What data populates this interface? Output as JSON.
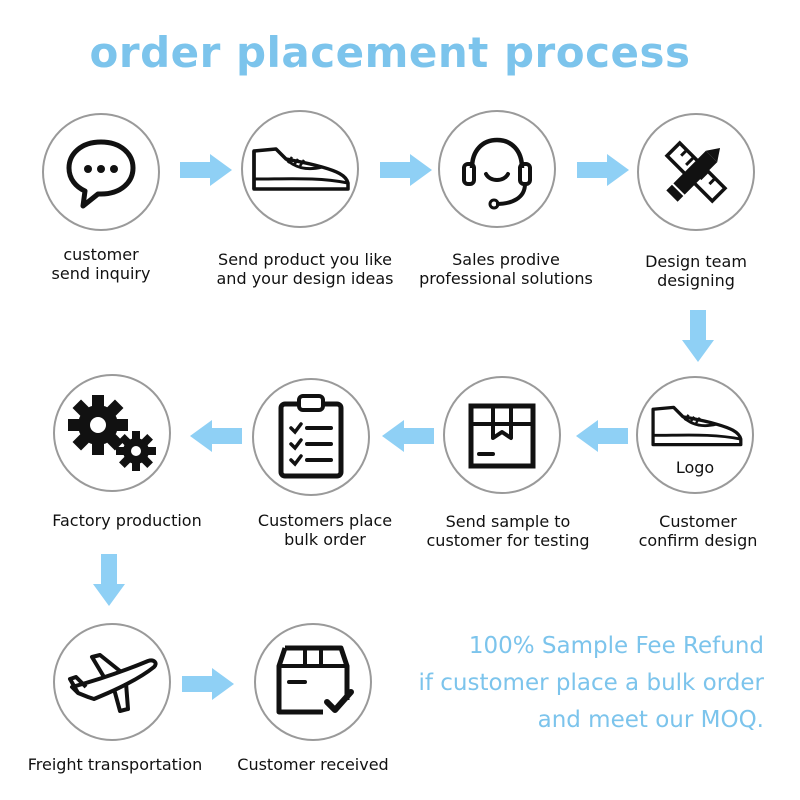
{
  "title": "order placement process",
  "colors": {
    "accent": "#7cc4ec",
    "arrow": "#8fd0f5",
    "text": "#111111",
    "circle_border": "#9a9a9a"
  },
  "steps": [
    {
      "label": "customer\nsend inquiry",
      "icon": "chat-bubble-icon"
    },
    {
      "label": "Send product you like\nand your design ideas",
      "icon": "shoe-icon"
    },
    {
      "label": "Sales prodive\nprofessional solutions",
      "icon": "headset-icon"
    },
    {
      "label": "Design team\ndesigning",
      "icon": "pencil-ruler-icon"
    },
    {
      "label": "Customer\nconfirm design",
      "icon": "shoe-logo-icon",
      "inner_text": "Logo"
    },
    {
      "label": "Send sample to\ncustomer for testing",
      "icon": "package-box-icon"
    },
    {
      "label": "Customers place\nbulk order",
      "icon": "clipboard-checklist-icon"
    },
    {
      "label": "Factory production",
      "icon": "gears-icon"
    },
    {
      "label": "Freight transportation",
      "icon": "airplane-icon"
    },
    {
      "label": "Customer received",
      "icon": "box-check-icon"
    }
  ],
  "note": {
    "lines": [
      "100% Sample Fee Refund",
      "if customer place a bulk order",
      "and meet our MOQ."
    ]
  }
}
